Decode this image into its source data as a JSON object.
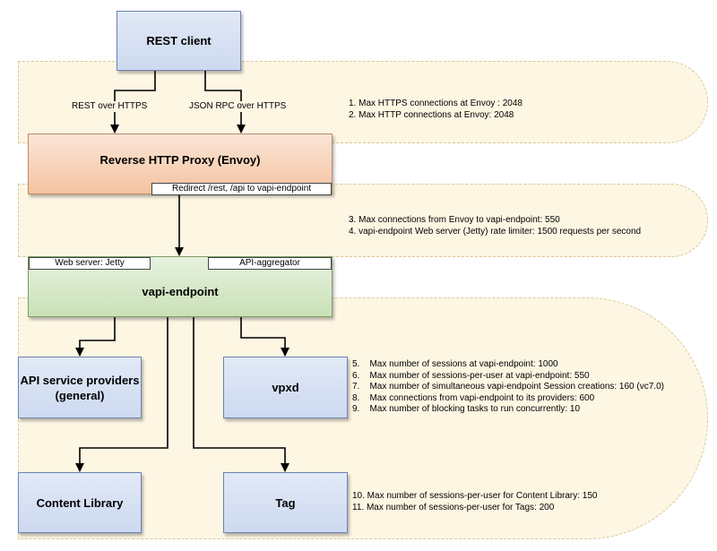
{
  "nodes": {
    "rest_client": "REST client",
    "proxy": "Reverse HTTP Proxy (Envoy)",
    "proxy_tag": "Redirect /rest, /api to vapi-endpoint",
    "vapi_endpoint": "vapi-endpoint",
    "vapi_tag_left": "Web server: Jetty",
    "vapi_tag_right": "API-aggregator",
    "api_providers_line1": "API service providers",
    "api_providers_line2": "(general)",
    "vpxd": "vpxd",
    "content_library": "Content Library",
    "tag": "Tag"
  },
  "edge_labels": {
    "rest_over_https": "REST over HTTPS",
    "jsonrpc_over_https": "JSON RPC over HTTPS"
  },
  "notes": {
    "group1": [
      "1. Max HTTPS connections at Envoy : 2048",
      "2. Max HTTP connections at Envoy: 2048"
    ],
    "group2": [
      "3. Max connections from Envoy to vapi-endpoint: 550",
      "4. vapi-endpoint Web server (Jetty) rate limiter: 1500 requests per second"
    ],
    "group3": [
      "5.    Max number of sessions at vapi-endpoint: 1000",
      "6.    Max number of sessions-per-user at vapi-endpoint: 550",
      "7.    Max number of simultaneous vapi-endpoint Session creations: 160 (vc7.0)",
      "8.    Max connections from vapi-endpoint to its providers: 600",
      "9.    Max number of blocking tasks to run concurrently: 10"
    ],
    "group4": [
      "10. Max number of sessions-per-user for Content Library: 150",
      "11. Max number of sessions-per-user for Tags: 200"
    ]
  },
  "colors": {
    "band_fill": "#fdf6e3",
    "band_border": "#d8c99a",
    "blue_box": "#d6dff3",
    "orange_box": "#f6cfb2",
    "green_box": "#d5e8c7"
  }
}
